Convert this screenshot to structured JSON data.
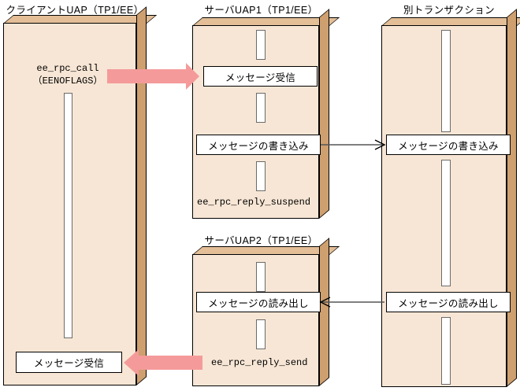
{
  "diagram": {
    "title_client": "クライアントUAP（TP1/EE）",
    "title_server1": "サーバUAP1（TP1/EE）",
    "title_server2": "サーバUAP2（TP1/EE）",
    "title_other": "別トランザクション",
    "colors": {
      "box_fill": "#F7E6D5",
      "box_side": "#CE9F6F",
      "box_top": "#E3BE97",
      "arrow_pink": "#F59A9A",
      "line": "#555555",
      "outline": "#000000"
    },
    "client": {
      "call_label_line1": "ee_rpc_call",
      "call_label_line2": "（EENOFLAGS）",
      "receive_box": "メッセージ受信"
    },
    "server1": {
      "receive_box": "メッセージ受信",
      "write_box": "メッセージの書き込み",
      "reply_suspend_label": "ee_rpc_reply_suspend"
    },
    "server2": {
      "read_box": "メッセージの読み出し",
      "reply_send_label": "ee_rpc_reply_send"
    },
    "other_transaction": {
      "write_box": "メッセージの書き込み",
      "read_box": "メッセージの読み出し"
    }
  }
}
